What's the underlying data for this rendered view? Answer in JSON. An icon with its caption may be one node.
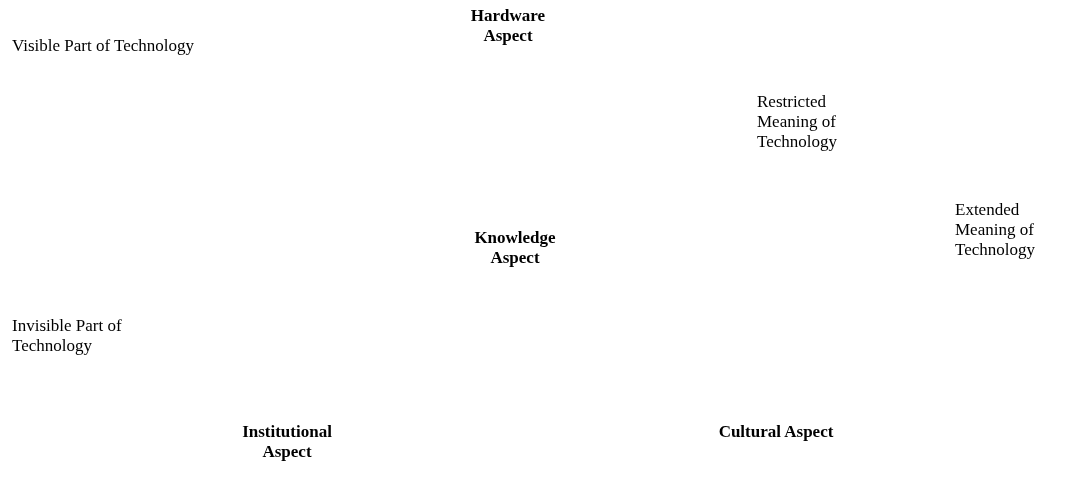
{
  "diagram": {
    "labels": [
      "Hardware Aspect",
      "Visible Part of Technology",
      "Restricted Meaning of Technology",
      "Extended Meaning of Technology",
      "Knowledge Aspect",
      "Invisible Part of Technology",
      "Institutional Aspect",
      "Cultural Aspect"
    ]
  }
}
